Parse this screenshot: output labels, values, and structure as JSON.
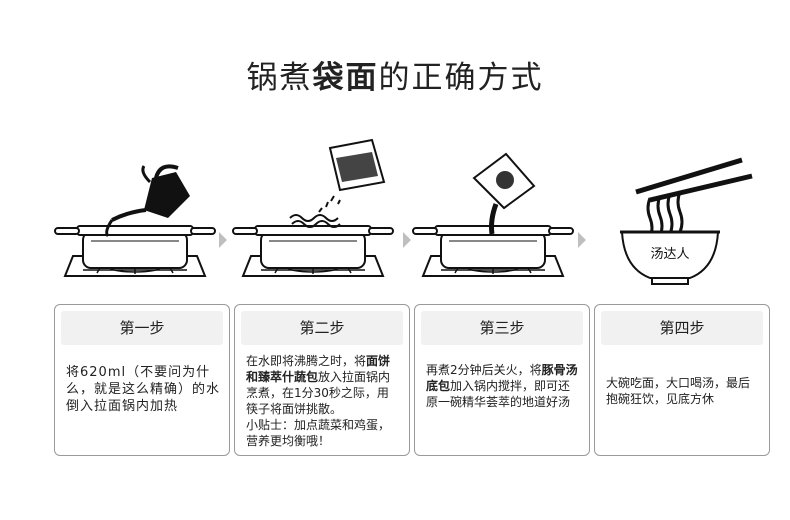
{
  "title": {
    "part1": "锅煮",
    "bold": "袋面",
    "part2": "的正确方式"
  },
  "steps": [
    {
      "label": "第一步",
      "text": "将620ml（不要问为什么，就是这么精确）的水倒入拉面锅内加热"
    },
    {
      "label": "第二步",
      "text_a": "在水即将沸腾之时，将",
      "bold": "面饼和臻萃什蔬包",
      "text_b": "放入拉面锅内烹煮，在1分30秒之际，用筷子将面饼挑散。",
      "tip": "小贴士：加点蔬菜和鸡蛋，营养更均衡哦！"
    },
    {
      "label": "第三步",
      "text_a": "再煮2分钟后关火，将",
      "bold": "豚骨汤底包",
      "text_b": "加入锅内搅拌，即可还原一碗精华荟萃的地道好汤"
    },
    {
      "label": "第四步",
      "text": "大碗吃面，大口喝汤，最后抱碗狂饮，见底方休"
    }
  ],
  "illustrations": {
    "bowl_text": "汤达人",
    "icons": [
      "kettle-icon",
      "noodle-packet-icon",
      "soup-packet-icon",
      "pot-icon",
      "stove-icon",
      "bowl-icon",
      "chopsticks-icon",
      "arrow-right-icon"
    ]
  },
  "colors": {
    "ink": "#222222",
    "card_border": "#9a9a9a",
    "card_header": "#f1f1f1",
    "arrow": "#bfbfbf"
  }
}
